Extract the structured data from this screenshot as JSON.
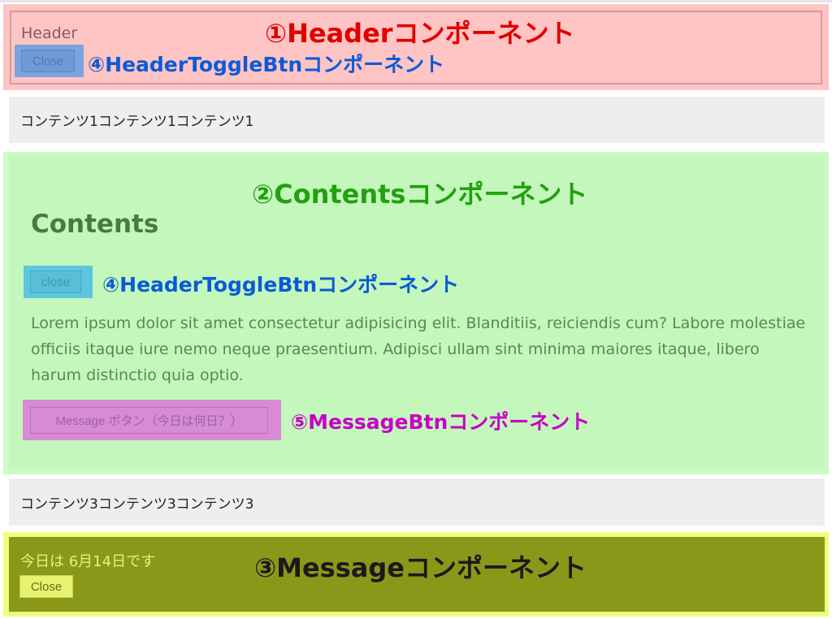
{
  "header": {
    "title": "Header",
    "toggle_button_label": "Close",
    "component_label": "①Headerコンポーネント",
    "toggle_component_label": "④HeaderToggleBtnコンポーネント"
  },
  "content1": {
    "text": "コンテンツ1コンテンツ1コンテンツ1"
  },
  "contents": {
    "component_label": "②Contentsコンポーネント",
    "title": "Contents",
    "toggle_button_label": "close",
    "toggle_component_label": "④HeaderToggleBtnコンポーネント",
    "paragraph": "Lorem ipsum dolor sit amet consectetur adipisicing elit. Blanditiis, reiciendis cum? Labore molestiae officiis itaque iure nemo neque praesentium. Adipisci ullam sint minima maiores itaque, libero harum distinctio quia optio.",
    "message_button_label": "Message ボタン（今日は何日？）",
    "message_button_component_label": "⑤MessageBtnコンポーネント"
  },
  "content3": {
    "text": "コンテンツ3コンテンツ3コンテンツ3"
  },
  "message": {
    "text": "今日は 6月14日です",
    "close_button_label": "Close",
    "component_label": "③Messageコンポーネント"
  },
  "colors": {
    "header_bg": "#ffc4c4",
    "contents_bg": "#c4f7bc",
    "message_bg": "#8a981a",
    "message_border": "#eeff80",
    "label_red": "#e00000",
    "label_blue": "#0a5ad8",
    "label_green": "#22a010",
    "label_magenta": "#c800c8"
  }
}
